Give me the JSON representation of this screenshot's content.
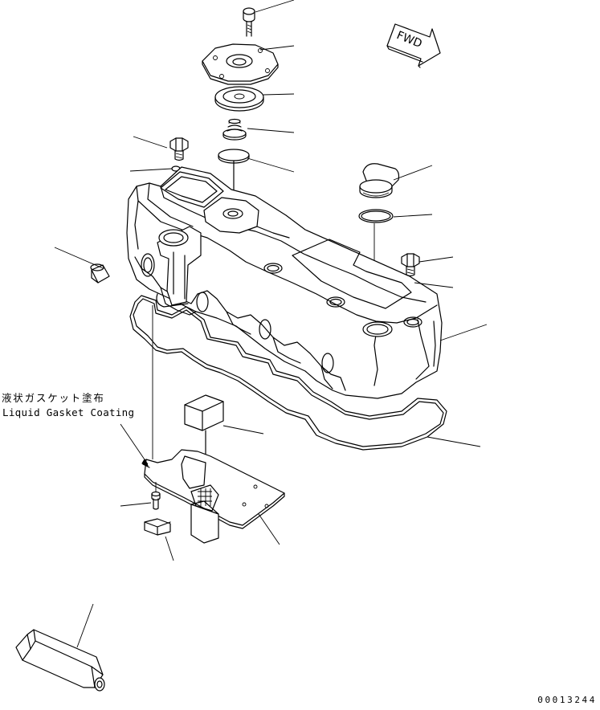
{
  "diagram": {
    "fwd_label": "FWD",
    "callout_jp": "液状ガスケット塗布",
    "callout_en": "Liquid Gasket Coating",
    "drawing_number": "00013244"
  }
}
